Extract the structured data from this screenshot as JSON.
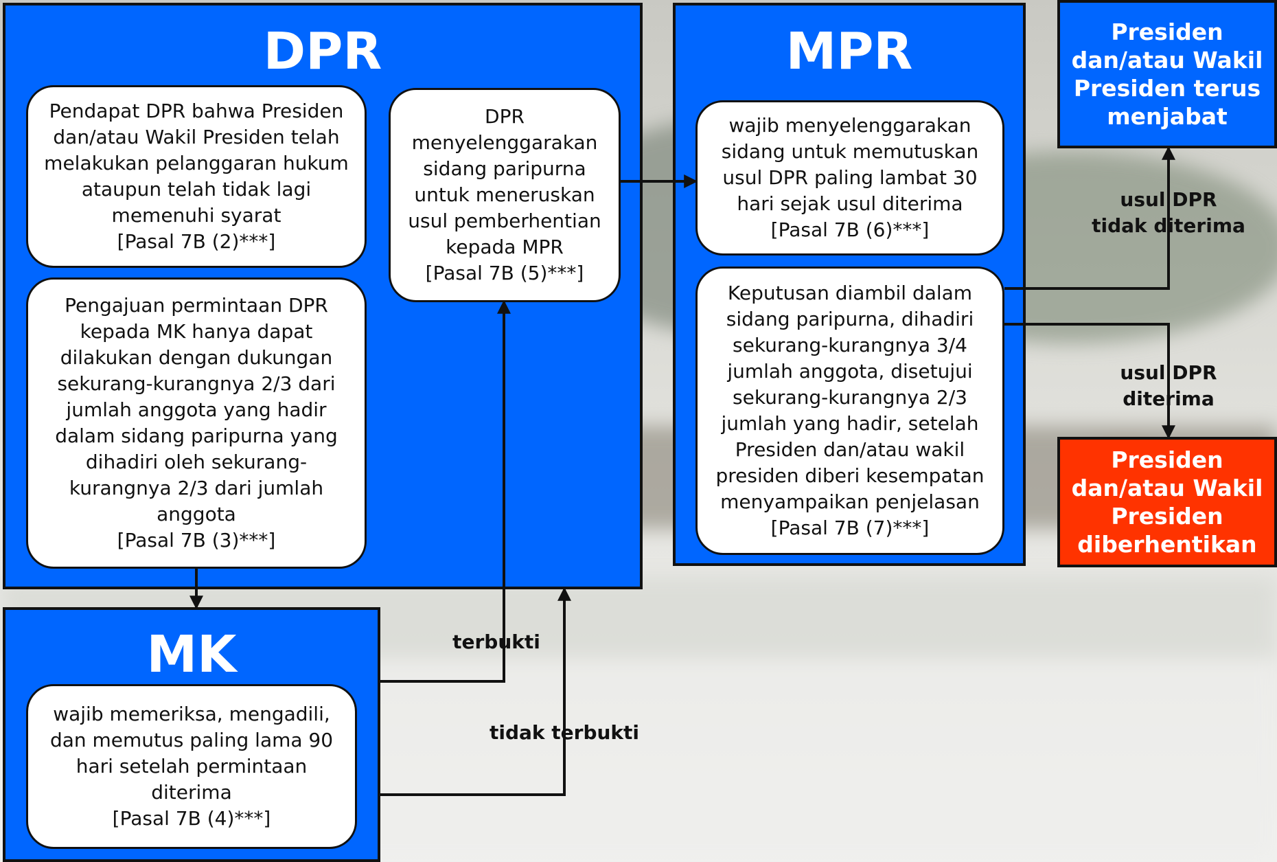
{
  "colors": {
    "panel_blue": "#0066ff",
    "result_red": "#ff3300",
    "border": "#111111",
    "card_white": "#ffffff"
  },
  "dpr": {
    "title": "DPR",
    "card_opinion": [
      "Pendapat DPR bahwa Presiden",
      "dan/atau Wakil Presiden telah",
      "melakukan pelanggaran hukum",
      "ataupun telah tidak lagi",
      "memenuhi syarat",
      "[Pasal 7B (2)***]"
    ],
    "card_request": [
      "Pengajuan permintaan DPR",
      "kepada MK hanya dapat",
      "dilakukan dengan dukungan",
      "sekurang-kurangnya 2/3 dari",
      "jumlah anggota yang hadir",
      "dalam sidang paripurna yang",
      "dihadiri oleh sekurang-",
      "kurangnya 2/3 dari jumlah",
      "anggota",
      "[Pasal 7B (3)***]"
    ],
    "card_plenary": [
      "DPR",
      "menyelenggarakan",
      "sidang paripurna",
      "untuk meneruskan",
      "usul pemberhentian",
      "kepada MPR",
      "[Pasal 7B (5)***]"
    ]
  },
  "mpr": {
    "title": "MPR",
    "card_session": [
      "wajib menyelenggarakan",
      "sidang untuk memutuskan",
      "usul DPR paling lambat 30",
      "hari sejak usul diterima",
      "[Pasal 7B (6)***]"
    ],
    "card_decision": [
      "Keputusan diambil dalam",
      "sidang paripurna, dihadiri",
      "sekurang-kurangnya 3/4",
      "jumlah anggota, disetujui",
      "sekurang-kurangnya 2/3",
      "jumlah yang hadir, setelah",
      "Presiden dan/atau wakil",
      "presiden diberi kesempatan",
      "menyampaikan penjelasan",
      "[Pasal 7B (7)***]"
    ]
  },
  "mk": {
    "title": "MK",
    "card_examine": [
      "wajib memeriksa, mengadili,",
      "dan memutus paling lama 90",
      "hari setelah permintaan",
      "diterima",
      "[Pasal 7B (4)***]"
    ]
  },
  "results": {
    "continue": [
      "Presiden",
      "dan/atau Wakil",
      "Presiden terus",
      "menjabat"
    ],
    "dismissed": [
      "Presiden",
      "dan/atau Wakil",
      "Presiden",
      "diberhentikan"
    ]
  },
  "edge_labels": {
    "proven": "terbukti",
    "not_proven": "tidak terbukti",
    "not_accepted": [
      "usul DPR",
      "tidak diterima"
    ],
    "accepted": [
      "usul DPR",
      "diterima"
    ]
  }
}
